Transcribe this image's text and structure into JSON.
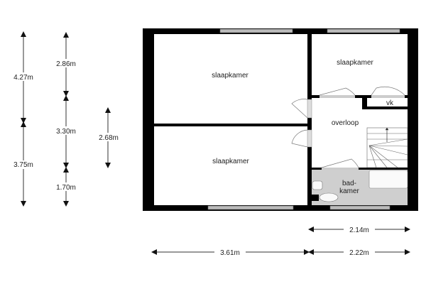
{
  "rooms": {
    "bedroom_top_left": "slaapkamer",
    "bedroom_top_right": "slaapkamer",
    "bedroom_bottom_left": "slaapkamer",
    "storage": "vk",
    "landing": "overloop",
    "bathroom_line1": "bad-",
    "bathroom_line2": "kamer"
  },
  "dimensions": {
    "v_4_27": "4.27m",
    "v_3_75": "3.75m",
    "v_2_86": "2.86m",
    "v_3_30": "3.30m",
    "v_1_70": "1.70m",
    "v_2_68": "2.68m",
    "h_2_14": "2.14m",
    "h_3_61": "3.61m",
    "h_2_22": "2.22m"
  },
  "colors": {
    "wall": "#000000",
    "bathroom": "#cfcfcf"
  }
}
